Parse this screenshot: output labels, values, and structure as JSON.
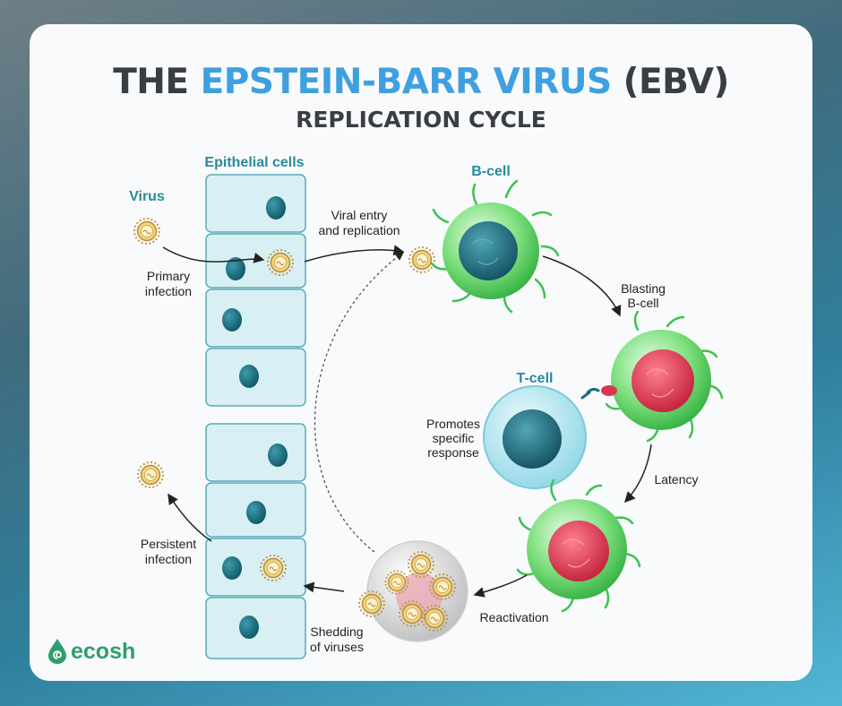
{
  "title": {
    "part1": "THE",
    "highlight": "EPSTEIN-BARR VIRUS",
    "part3": "(EBV)",
    "subtitle": "REPLICATION CYCLE"
  },
  "labels": {
    "epithelial": "Epithelial cells",
    "virus": "Virus",
    "primary_l1": "Primary",
    "primary_l2": "infection",
    "viral_entry_l1": "Viral entry",
    "viral_entry_l2": "and replication",
    "bcell": "B-cell",
    "blasting_l1": "Blasting",
    "blasting_l2": "B-cell",
    "tcell": "T-cell",
    "promotes_l1": "Promotes",
    "promotes_l2": "specific",
    "promotes_l3": "response",
    "latency": "Latency",
    "reactivation": "Reactivation",
    "shedding_l1": "Shedding",
    "shedding_l2": "of viruses",
    "persistent_l1": "Persistent",
    "persistent_l2": "infection"
  },
  "logo": {
    "text": "ecosh",
    "icon": "drop-spiral-icon"
  },
  "colors": {
    "title_dark": "#3b3d45",
    "title_accent": "#3fa0e0",
    "label_teal": "#2a8a9a",
    "bcell_green": "#3ec24e",
    "nucleus_teal": "#1e6f80",
    "nucleus_red": "#d9364f",
    "tcell_cyan": "#7fd2e2",
    "virus_gold": "#d8b45a",
    "epithelial_fill": "#d8f0f4",
    "logo_green": "#2f9e6a"
  }
}
